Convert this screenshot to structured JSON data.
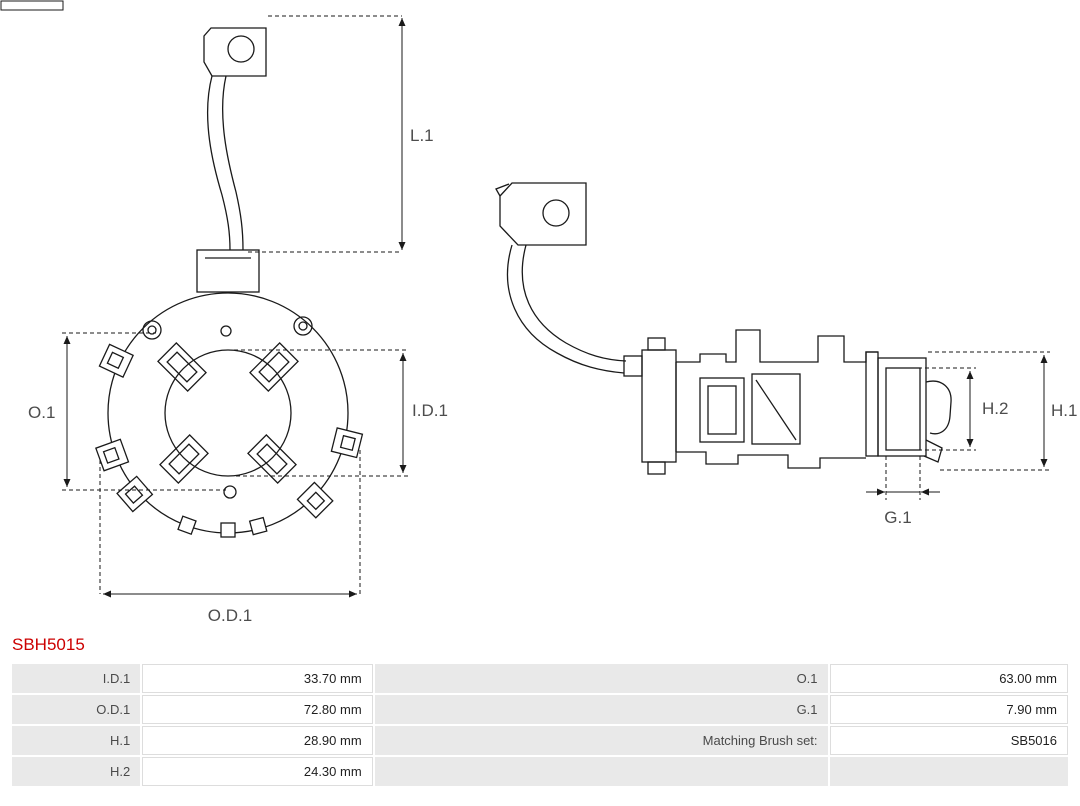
{
  "part": {
    "number": "SBH5015"
  },
  "diagram": {
    "labels": {
      "l1": "L.1",
      "o1": "O.1",
      "id1": "I.D.1",
      "od1": "O.D.1",
      "h2": "H.2",
      "h1": "H.1",
      "g1": "G.1"
    }
  },
  "spec_table": {
    "rows": [
      {
        "label1": "I.D.1",
        "value1": "33.70 mm",
        "label2": "O.1",
        "value2": "63.00 mm"
      },
      {
        "label1": "O.D.1",
        "value1": "72.80 mm",
        "label2": "G.1",
        "value2": "7.90 mm"
      },
      {
        "label1": "H.1",
        "value1": "28.90 mm",
        "label2": "Matching Brush set:",
        "value2": "SB5016"
      },
      {
        "label1": "H.2",
        "value1": "24.30 mm",
        "label2": "",
        "value2": ""
      }
    ]
  },
  "colors": {
    "part_number": "#cc0000",
    "dimension_label": "#4d4d4d",
    "drawing_line": "#1a1a1a",
    "table_label_bg": "#e9e9e9",
    "table_value_border": "#dddddd"
  }
}
